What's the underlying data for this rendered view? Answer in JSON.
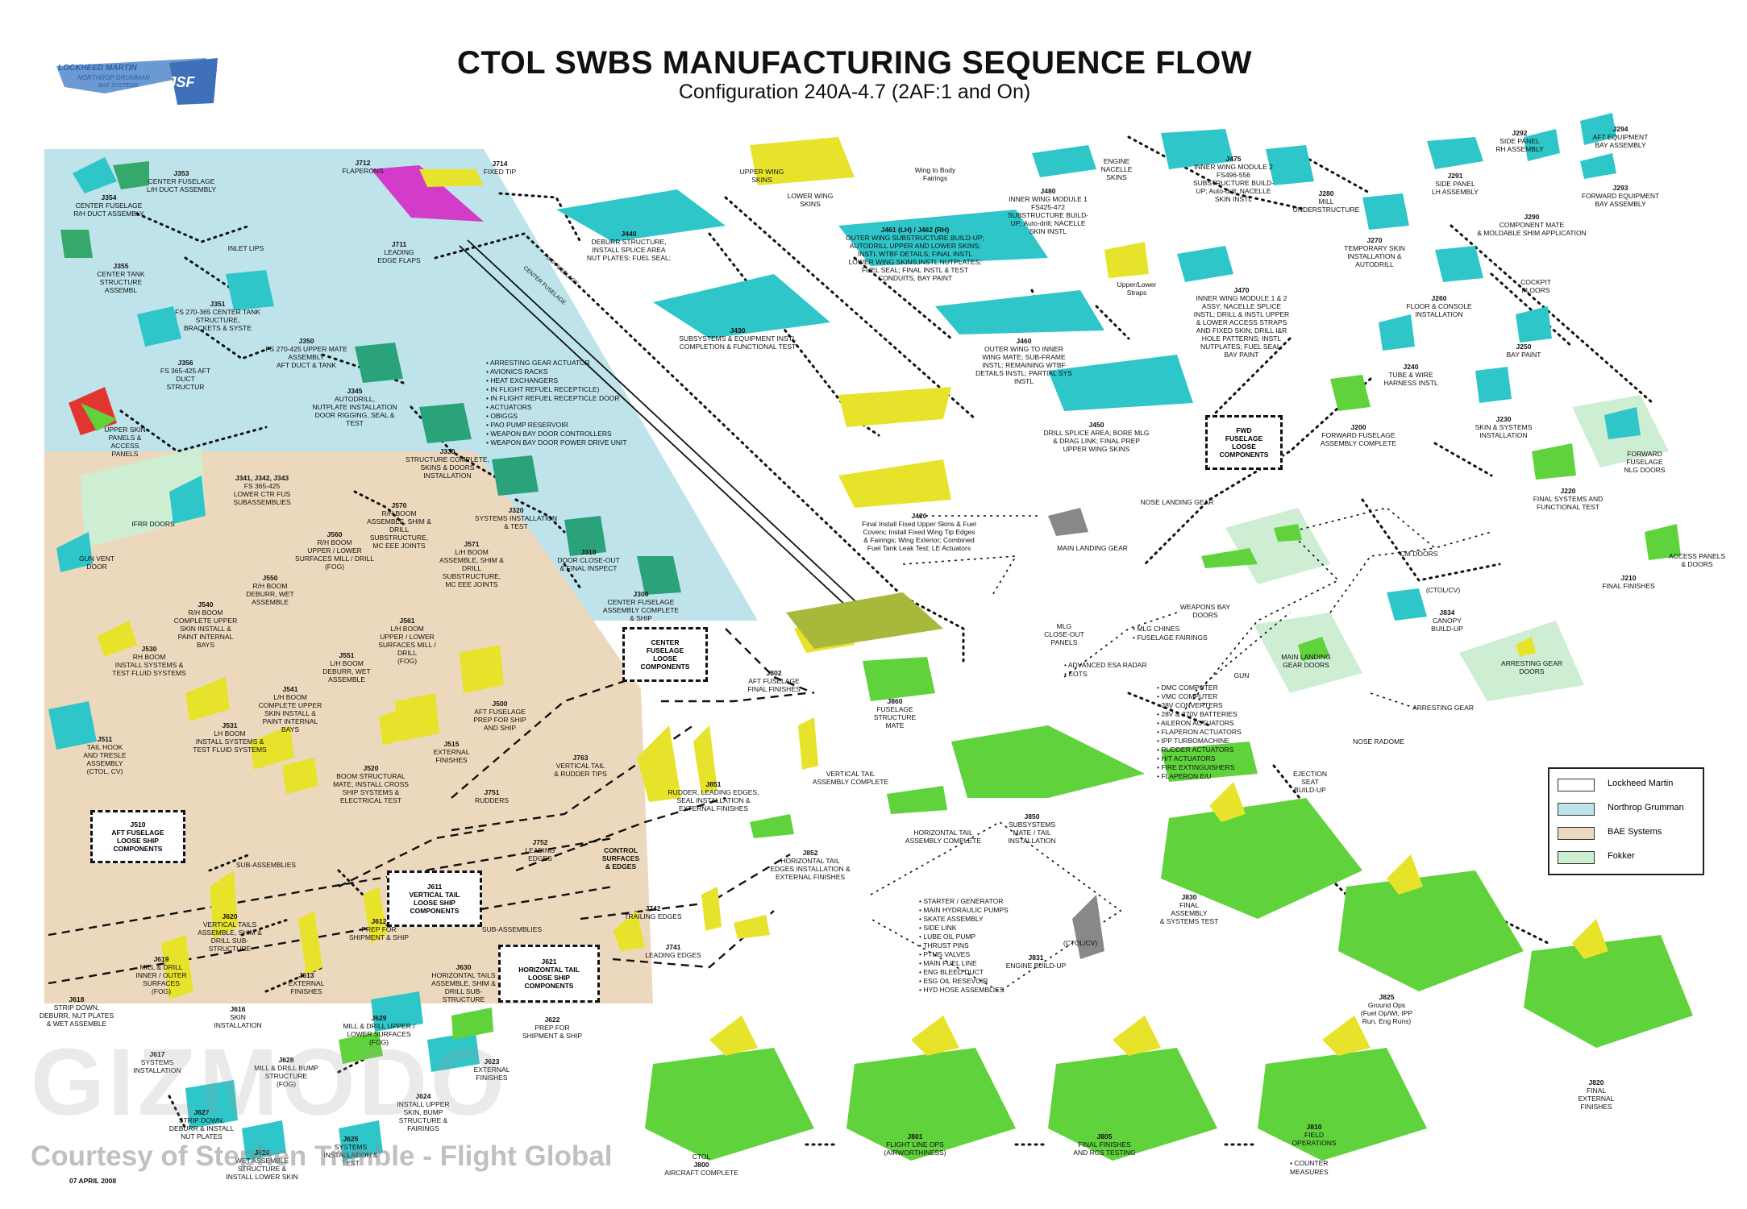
{
  "header": {
    "title": "CTOL SWBS MANUFACTURING SEQUENCE FLOW",
    "subtitle": "Configuration 240A-4.7 (2AF:1 and On)",
    "logo_line1": "LOCKHEED MARTIN",
    "logo_line2": "NORTHROP GRUMMAN",
    "logo_line3": "BAE SYSTEMS",
    "logo_mark": "JSF"
  },
  "legend": {
    "items": [
      {
        "label": "Lockheed Martin",
        "color": "#ffffff"
      },
      {
        "label": "Northrop Grumman",
        "color": "#bfe3ea"
      },
      {
        "label": "BAE Systems",
        "color": "#ecd9bd"
      },
      {
        "label": "Fokker",
        "color": "#cdeed2"
      }
    ]
  },
  "colors": {
    "northrop_region": "#bfe3ea",
    "bae_region": "#ecd9bd",
    "fokker_region": "#cdeed2",
    "part_cyan": "#2ec6c9",
    "part_yellow": "#e6e32a",
    "part_green": "#5fd23c",
    "part_magenta": "#d23cc8"
  },
  "northrop": {
    "j353": {
      "code": "J353",
      "text": "CENTER FUSELAGE\nL/H DUCT ASSEMBLY"
    },
    "j354": {
      "code": "J354",
      "text": "CENTER FUSELAGE\nR/H DUCT ASSEMBLY"
    },
    "j355": {
      "code": "J355",
      "text": "CENTER TANK\nSTRUCTURE\nASSEMBL"
    },
    "inlet": "INLET LIPS",
    "j351": {
      "code": "J351",
      "text": "FS 270-365 CENTER TANK\nSTRUCTURE,\nBRACKETS & SYSTE"
    },
    "j350": {
      "code": "J350",
      "text": "FS 270-425 UPPER MATE\nASSEMBLY\nAFT DUCT & TANK"
    },
    "j356": {
      "code": "J356",
      "text": "FS 365-425 AFT\nDUCT\nSTRUCTUR"
    },
    "upper_skin": "UPPER SKIN\nPANELS &\nACCESS\nPANELS",
    "j345": {
      "code": "J345",
      "text": "AUTODRILL,\nNUTPLATE INSTALLATION\nDOOR RIGGING, SEAL &\nTEST"
    },
    "j330": {
      "code": "J330",
      "text": "STRUCTURE COMPLETE,\nSKINS & DOORS\nINSTALLATION"
    },
    "j341": {
      "code": "J341, J342, J343",
      "text": "FS 365-425\nLOWER CTR FUS\nSUBASSEMBLIES"
    },
    "j320": {
      "code": "J320",
      "text": "SYSTEMS INSTALLATION\n& TEST"
    },
    "j310": {
      "code": "J310",
      "text": "DOOR CLOSE-OUT\n& FINAL INSPECT"
    },
    "j300": {
      "code": "J300",
      "text": "CENTER FUSELAGE\nASSEMBLY COMPLETE\n& SHIP"
    },
    "ifrr": "IFRR DOORS",
    "gun_vent": "GUN VENT\nDOOR",
    "center_loose": "CENTER\nFUSELAGE\nLOOSE\nCOMPONENTS",
    "center_list": [
      "ARRESTING GEAR ACTUATOR",
      "AVIONICS RACKS",
      "HEAT EXCHANGERS",
      "IN FLIGHT REFUEL RECEPTICLE)",
      "IN FLIGHT REFUEL RECEPTICLE DOOR",
      "ACTUATORS",
      "OBIGGS",
      "PAO PUMP RESERVOIR",
      "WEAPON BAY DOOR CONTROLLERS",
      "WEAPON BAY DOOR POWER DRIVE UNIT"
    ]
  },
  "bae": {
    "j570": {
      "code": "J570",
      "text": "R/H BOOM\nASSEMBLE, SHIM &\nDRILL\nSUBSTRUCTURE,\nMC EEE JOINTS"
    },
    "j560": {
      "code": "J560",
      "text": "R/H BOOM\nUPPER / LOWER\nSURFACES MILL / DRILL\n(FOG)"
    },
    "j550": {
      "code": "J550",
      "text": "R/H BOOM\nDEBURR, WET\nASSEMBLE"
    },
    "j571": {
      "code": "J571",
      "text": "L/H BOOM\nASSEMBLE, SHIM &\nDRILL\nSUBSTRUCTURE,\nMC EEE JOINTS"
    },
    "j540": {
      "code": "J540",
      "text": "R/H BOOM\nCOMPLETE UPPER\nSKIN INSTALL &\nPAINT INTERNAL\nBAYS"
    },
    "j561": {
      "code": "J561",
      "text": "L/H BOOM\nUPPER / LOWER\nSURFACES MILL /\nDRILL\n(FOG)"
    },
    "j530": {
      "code": "J530",
      "text": "RH BOOM\nINSTALL SYSTEMS &\nTEST FLUID SYSTEMS"
    },
    "j551": {
      "code": "J551",
      "text": "L/H BOOM\nDEBURR, WET\nASSEMBLE"
    },
    "j541": {
      "code": "J541",
      "text": "L/H BOOM\nCOMPLETE UPPER\nSKIN INSTALL &\nPAINT INTERNAL\nBAYS"
    },
    "j500": {
      "code": "J500",
      "text": "AFT FUSELAGE\nPREP FOR SHIP\nAND SHIP"
    },
    "j531": {
      "code": "J531",
      "text": "LH BOOM\nINSTALL SYSTEMS &\nTEST FLUID SYSTEMS"
    },
    "j511": {
      "code": "J511",
      "text": "TAIL HOOK\nAND TRESLE\nASSEMBLY\n(CTOL, CV)"
    },
    "j515": {
      "code": "J515",
      "text": "EXTERNAL\nFINISHES"
    },
    "j520": {
      "code": "J520",
      "text": "BOOM STRUCTURAL\nMATE, INSTALL CROSS\nSHIP SYSTEMS &\nELECTRICAL TEST"
    },
    "j510": {
      "code": "J510",
      "text": "AFT FUSELAGE\nLOOSE SHIP\nCOMPONENTS"
    },
    "sub1": "SUB-ASSEMBLIES",
    "j620": {
      "code": "J620",
      "text": "VERTICAL TAILS\nASSEMBLE, SHIM &\nDRILL SUB-\nSTRUCTURE"
    },
    "j612": {
      "code": "J612",
      "text": "PREP FOR\nSHIPMENT & SHIP"
    },
    "j611": {
      "code": "J611",
      "text": "VERTICAL TAIL\nLOOSE SHIP\nCOMPONENTS"
    },
    "j619": {
      "code": "J619",
      "text": "MILL & DRILL\nINNER / OUTER\nSURFACES\n(FOG)"
    },
    "j613": {
      "code": "J613",
      "text": "EXTERNAL\nFINISHES"
    },
    "sub2": "SUB-ASSEMBLIES",
    "j630": {
      "code": "J630",
      "text": "HORIZONTAL TAILS\nASSEMBLE, SHIM &\nDRILL SUB-\nSTRUCTURE"
    },
    "j621": {
      "code": "J621",
      "text": "HORIZONTAL TAIL\nLOOSE SHIP\nCOMPONENTS"
    },
    "j618": {
      "code": "J618",
      "text": "STRIP DOWN,\nDEBURR, NUT PLATES\n& WET ASSEMBLE"
    },
    "j616": {
      "code": "J616",
      "text": "SKIN\nINSTALLATION"
    },
    "j629": {
      "code": "J629",
      "text": "MILL & DRILL UPPER /\nLOWER SURFACES\n(FOG)"
    },
    "j622": {
      "code": "J622",
      "text": "PREP FOR\nSHIPMENT & SHIP"
    },
    "j617": {
      "code": "J617",
      "text": "SYSTEMS\nINSTALLATION"
    },
    "j628": {
      "code": "J628",
      "text": "MILL & DRILL BUMP\nSTRUCTURE\n(FOG)"
    },
    "j623": {
      "code": "J623",
      "text": "EXTERNAL\nFINISHES"
    },
    "j627": {
      "code": "J627",
      "text": "STRIP DOWN,\nDEBURR & INSTALL\nNUT PLATES"
    },
    "j624": {
      "code": "J624",
      "text": "INSTALL UPPER\nSKIN, BUMP\nSTRUCTURE &\nFAIRINGS"
    },
    "j626": {
      "code": "J626",
      "text": "WET ASSEMBLE\nSTRUCTURE &\nINSTALL LOWER SKIN"
    },
    "j625": {
      "code": "J625",
      "text": "SYSTEMS\nINSTALLATION &\nTEST"
    }
  },
  "wing": {
    "j712": {
      "code": "J712",
      "text": "FLAPERONS"
    },
    "j714": {
      "code": "J714",
      "text": "FIXED TIP"
    },
    "j711": {
      "code": "J711",
      "text": "LEADING\nEDGE FLAPS"
    },
    "upper_wing": "UPPER WING\nSKINS",
    "lower_wing": "LOWER WING\nSKINS",
    "wing_body": "Wing to Body\nFairings",
    "j440": {
      "code": "J440",
      "text": "DEBURR STRUCTURE,\nINSTALL SPLICE AREA\nNUT PLATES; FUEL SEAL;"
    },
    "j461": {
      "code": "J461 (LH) / J462 (RH)",
      "text": "OUTER WING SUBSTRUCTURE BUILD-UP;\nAUTODRILL UPPER AND LOWER SKINS;\nINSTL WTBF DETAILS;  FINAL INSTL\nLOWER WING SKINS;INSTL NUTPLATES;\nFUEL SEAL; FINAL INSTL & TEST\nCONDUITS, BAY PAINT"
    },
    "j480": {
      "code": "J480",
      "text": "INNER WING MODULE 1\nFS425-472\nSUBSTRUCTURE BUILD-\nUP; Auto-drill; NACELLE\nSKIN INSTL"
    },
    "engine_nacelle": "ENGINE\nNACELLE\nSKINS",
    "j475": {
      "code": "J475",
      "text": "INNER WING MODULE 2\nFS496-556\nSUBSTRUCTURE BUILD-\nUP; Auto-drill; NACELLE\nSKIN INSTL"
    },
    "j430": {
      "code": "J430",
      "text": "SUBSYSTEMS & EQUIPMENT INSTL\nCOMPLETION & FUNCTIONAL TEST"
    },
    "upper_lower_straps": "Upper/Lower\nStraps",
    "j470": {
      "code": "J470",
      "text": "INNER WING MODULE 1 & 2\nASSY; NACELLE SPLICE\nINSTL; DRILL & INSTL UPPER\n& LOWER ACCESS STRAPS\nAND FIXED SKIN; DRILL I&R\nHOLE PATTERNS; INSTL\nNUTPLATES; FUEL SEAL;\nBAY PAINT"
    },
    "j460": {
      "code": "J460",
      "text": "OUTER WING TO INNER\nWING MATE; SUB-FRAME\nINSTL; REMAINING WTBF\nDETAILS INSTL; PARTIAL SYS\nINSTL"
    },
    "j450": {
      "code": "J450",
      "text": "DRILL SPLICE AREA; BORE MLG\n& DRAG LINK; FINAL PREP\nUPPER WING SKINS"
    },
    "j420": {
      "code": "J420",
      "text": "Final Install Fixed Upper Skins & Fuel\nCovers; Install Fixed Wing Tip Edges\n& Fairings; Wing Exterior; Combined\nFuel Tank Leak Test; LE Actuators"
    },
    "fwd_loose": "FWD\nFUSELAGE\nLOOSE\nCOMPONENTS",
    "nose_gear": "NOSE LANDING GEAR",
    "main_gear": "MAIN LANDING GEAR"
  },
  "forward": {
    "j292": {
      "code": "J292",
      "text": "SIDE PANEL\nRH ASSEMBLY"
    },
    "j294": {
      "code": "J294",
      "text": "AFT EQUIPMENT\nBAY ASSEMBLY"
    },
    "j280": {
      "code": "J280",
      "text": "MILL\nUNDERSTRUCTURE"
    },
    "j291": {
      "code": "J291",
      "text": "SIDE PANEL\nLH ASSEMBLY"
    },
    "j293": {
      "code": "J293",
      "text": "FORWARD EQUIPMENT\nBAY ASSEMBLY"
    },
    "j290": {
      "code": "J290",
      "text": "COMPONENT MATE\n& MOLDABLE SHIM APPLICATION"
    },
    "j270": {
      "code": "J270",
      "text": "TEMPORARY SKIN\nINSTALLATION &\nAUTODRILL"
    },
    "cockpit": "COCKPIT\nFLOORS",
    "j260": {
      "code": "J260",
      "text": "FLOOR & CONSOLE\nINSTALLATION"
    },
    "j250": {
      "code": "J250",
      "text": "BAY PAINT"
    },
    "j240": {
      "code": "J240",
      "text": "TUBE & WIRE\nHARNESS INSTL"
    },
    "j200": {
      "code": "J200",
      "text": "FORWARD FUSELAGE\nASSEMBLY COMPLETE"
    },
    "j230": {
      "code": "J230",
      "text": "SKIN & SYSTEMS\nINSTALLATION"
    },
    "fwd_nlg": "FORWARD\nFUSELAGE\nNLG DOORS",
    "j220": {
      "code": "J220",
      "text": "FINAL SYSTEMS AND\nFUNCTIONAL TEST"
    },
    "access_panels": "ACCESS PANELS\n& DOORS",
    "j210": {
      "code": "J210",
      "text": "FINAL FINISHES"
    }
  },
  "final": {
    "cm_doors": "CM DOORS",
    "weapons_bay": "WEAPONS BAY\nDOORS",
    "ctol_cv": "(CTOL/CV)",
    "j834": {
      "code": "J834",
      "text": "CANOPY\nBUILD-UP"
    },
    "mlg_closeout": "MLG\nCLOSE-OUT\nPANELS",
    "mlg_list": [
      "MLG CHINES",
      "FUSELAGE FAIRINGS"
    ],
    "radar_list": [
      "ADVANCED ESA RADAR",
      "EOTS"
    ],
    "gun": "GUN",
    "main_gear_doors": "MAIN LANDING\nGEAR DOORS",
    "arresting_doors": "ARRESTING GEAR\nDOORS",
    "arresting_gear": "ARRESTING GEAR",
    "nose_radome": "NOSE RADOME",
    "j802": {
      "code": "J802",
      "text": "AFT FUSELAGE\nFINAL FINISHES"
    },
    "j860": {
      "code": "J860",
      "text": "FUSELAGE\nSTRUCTURE\nMATE"
    },
    "dmc_list": [
      "DMC COMPUTER",
      "VMC COMPUTER",
      "28V CONVERTERS",
      "28V & 270V BATTERIES",
      "AILERON ACTUATORS",
      "FLAPERON ACTUATORS",
      "IPP TURBOMACHINE",
      "RUDDER ACTUATORS",
      "H/T ACTUATORS",
      "FIRE EXTINGUISHERS",
      "FLAPERON E/U"
    ],
    "ejection_seat": "EJECTION\nSEAT\nBUILD-UP",
    "j763": {
      "code": "J763",
      "text": "VERTICAL TAIL\n& RUDDER TIPS"
    },
    "j751": {
      "code": "J751",
      "text": "RUDDERS"
    },
    "j851": {
      "code": "J851",
      "text": "RUDDER, LEADING EDGES,\nSEAL INSTALLATION &\nEXTERNAL FINISHES"
    },
    "vt_complete": "VERTICAL TAIL\nASSEMBLY COMPLETE",
    "j850": {
      "code": "J850",
      "text": "SUBSYSTEMS\nMATE / TAIL\nINSTALLATION"
    },
    "ht_complete": "HORIZONTAL TAIL\nASSEMBLY COMPLETE",
    "j752": {
      "code": "J752",
      "text": "LEADING\nEDGES"
    },
    "control_surfaces": "CONTROL\nSURFACES\n& EDGES",
    "j852": {
      "code": "J852",
      "text": "HORIZONTAL TAIL\nEDGES INSTALLATION &\nEXTERNAL FINISHES"
    },
    "j742": {
      "code": "J742",
      "text": "TRAILING EDGES"
    },
    "j741": {
      "code": "J741",
      "text": "LEADING EDGES"
    },
    "starter_list": [
      "STARTER / GENERATOR",
      "MAIN HYDRAULIC PUMPS",
      "SKATE ASSEMBLY",
      "SIDE LINK",
      "LUBE OIL PUMP",
      "THRUST PINS",
      "PTMS VALVES",
      "MAIN FUEL LINE",
      "ENG BLEED DUCT",
      "ESG OIL RESEVOIR",
      "HYD HOSE ASSEMBLIES"
    ],
    "ctol_cv2": "(CTOL/CV)",
    "j831": {
      "code": "J831",
      "text": "ENGINE BUILD-UP"
    },
    "j830": {
      "code": "J830",
      "text": "FINAL\nASSEMBLY\n& SYSTEMS TEST"
    },
    "j825": {
      "code": "J825",
      "text": "Ground Ops\n(Fuel Op/Wt, IPP\nRun, Eng Runs)"
    },
    "j820": {
      "code": "J820",
      "text": "FINAL\nEXTERNAL\nFINISHES"
    },
    "j800": {
      "code": "J800",
      "text": "AIRCRAFT COMPLETE"
    },
    "ctol": "CTOL",
    "j801": {
      "code": "J801",
      "text": "FLIGHT LINE OPS\n(AIRWORTHINESS)"
    },
    "j805": {
      "code": "J805",
      "text": "FINAL FINISHES\nAND RCS TESTING"
    },
    "j810": {
      "code": "J810",
      "text": "FIELD\nOPERATIONS"
    },
    "counter": [
      "COUNTER\nMEASURES"
    ]
  },
  "path_labels": {
    "forward_wing": "FWD FUSELAGE",
    "center_flow": "CENTER FUSELAGE"
  },
  "footer": {
    "date": "07 APRIL 2008",
    "credit": "Courtesy of Stephen Trimble - Flight Global",
    "watermark": "GIZMODO"
  }
}
